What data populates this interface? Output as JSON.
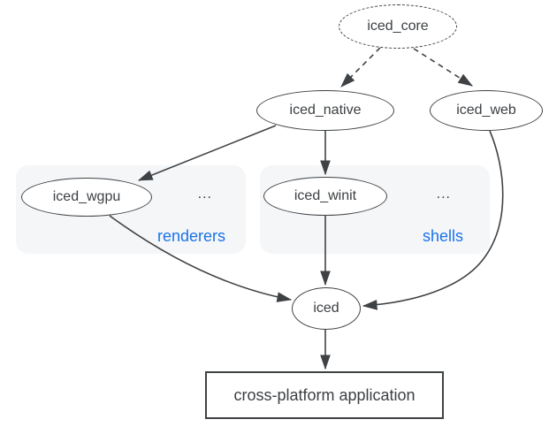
{
  "diagram": {
    "nodes": {
      "iced_core": {
        "label": "iced_core",
        "shape": "dashed-ellipse"
      },
      "iced_native": {
        "label": "iced_native",
        "shape": "ellipse"
      },
      "iced_web": {
        "label": "iced_web",
        "shape": "ellipse"
      },
      "iced_wgpu": {
        "label": "iced_wgpu",
        "shape": "ellipse",
        "group": "renderers"
      },
      "iced_winit": {
        "label": "iced_winit",
        "shape": "ellipse",
        "group": "shells"
      },
      "iced": {
        "label": "iced",
        "shape": "ellipse"
      },
      "application": {
        "label": "cross-platform application",
        "shape": "rectangle"
      }
    },
    "groups": {
      "renderers": {
        "label": "renderers",
        "ellipsis": "..."
      },
      "shells": {
        "label": "shells",
        "ellipsis": "..."
      }
    },
    "edges": [
      {
        "from": "iced_core",
        "to": "iced_native",
        "style": "dashed"
      },
      {
        "from": "iced_core",
        "to": "iced_web",
        "style": "dashed"
      },
      {
        "from": "iced_native",
        "to": "iced_wgpu",
        "style": "solid"
      },
      {
        "from": "iced_native",
        "to": "iced_winit",
        "style": "solid"
      },
      {
        "from": "iced_wgpu",
        "to": "iced",
        "style": "solid"
      },
      {
        "from": "iced_winit",
        "to": "iced",
        "style": "solid"
      },
      {
        "from": "iced_web",
        "to": "iced",
        "style": "solid"
      },
      {
        "from": "iced",
        "to": "application",
        "style": "solid"
      }
    ],
    "colors": {
      "stroke": "#3f4245",
      "text": "#3c4043",
      "group_label": "#1a73e8",
      "group_background": "#f4f6f8",
      "node_fill": "#ffffff"
    }
  }
}
